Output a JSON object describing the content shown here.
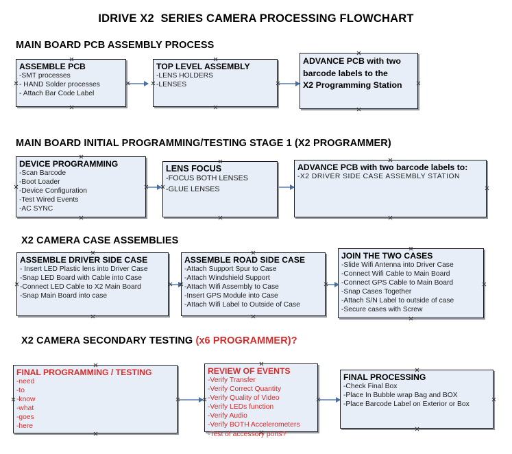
{
  "document": {
    "title": "IDRIVE X2  SERIES CAMERA PROCESSING FLOWCHART"
  },
  "sections": [
    {
      "id": "main-board-pcb-assembly",
      "title": "MAIN BOARD PCB ASSEMBLY PROCESS",
      "accent": ""
    },
    {
      "id": "main-board-initial-programming",
      "title": "MAIN BOARD INITIAL PROGRAMMING/TESTING STAGE 1 (X2 PROGRAMMER)",
      "accent": ""
    },
    {
      "id": "x2-camera-case-assemblies",
      "title": "X2 CAMERA CASE ASSEMBLIES",
      "accent": ""
    },
    {
      "id": "x2-camera-secondary-testing",
      "title": "X2 CAMERA SECONDARY TESTING ",
      "accent": "(x6 PROGRAMMER)?"
    }
  ],
  "boxes": {
    "assemble_pcb": {
      "title": "ASSEMBLE PCB",
      "lines": [
        "-SMT processes",
        "- HAND Solder processes",
        "- Attach Bar Code Label"
      ]
    },
    "top_level_assembly": {
      "title": "TOP LEVEL ASSEMBLY",
      "lines": [
        "-LENS HOLDERS",
        "-LENSES"
      ]
    },
    "advance_pcb_programming_station": {
      "title": "ADVANCE PCB with two",
      "lines": [
        "barcode labels to the",
        " X2 Programming Station"
      ]
    },
    "device_programming": {
      "title": "DEVICE PROGRAMMING",
      "lines": [
        "-Scan Barcode",
        "-Boot Loader",
        "-Device Configuration",
        "-Test Wired Events",
        "-AC SYNC"
      ]
    },
    "lens_focus": {
      "title": "LENS FOCUS",
      "lines": [
        "-FOCUS BOTH LENSES",
        "-GLUE LENSES"
      ]
    },
    "advance_pcb_driver_side": {
      "title": "ADVANCE PCB with two barcode labels to:",
      "lines": [
        "-X2 DRIVER  SIDE  CASE  ASSEMBLY STATION"
      ]
    },
    "assemble_driver_side_case": {
      "title": "ASSEMBLE DRIVER SIDE CASE",
      "lines": [
        "- Insert LED Plastic lens into Driver Case",
        "-Snap LED Board with Cable into Case",
        "-Connect LED Cable to X2 Main Board",
        "-Snap Main Board into case"
      ]
    },
    "assemble_road_side_case": {
      "title": "ASSEMBLE ROAD SIDE CASE",
      "lines": [
        "-Attach Support Spur to Case",
        "-Attach Windshield Support",
        "-Attach Wifi Assembly to Case",
        "-Insert GPS Module into Case",
        "-Attach Wifi Label to Outside of Case"
      ]
    },
    "join_the_two_cases": {
      "title": "JOIN THE TWO CASES",
      "lines": [
        "-Slide Wifi Antenna into Driver Case",
        "-Connect Wifi Cable to Main Board",
        "-Connect GPS Cable to Main Board",
        "-Snap Cases Together",
        "-Attach S/N Label to outside of case",
        "-Secure cases with Screw"
      ]
    },
    "final_programming_testing": {
      "title": "FINAL PROGRAMMING / TESTING",
      "lines": [
        "-need",
        "-to",
        "-know",
        "-what",
        "-goes",
        "-here"
      ]
    },
    "review_of_events": {
      "title": "REVIEW OF EVENTS",
      "lines": [
        "-Verify Transfer",
        "-Verify Correct Quantity",
        "-Verify Quality of Video",
        "-Verify LEDs function",
        "-Verify Audio",
        "-Verify BOTH Accelerometers",
        "-Test of accessory ports?"
      ]
    },
    "final_processing": {
      "title": "FINAL PROCESSING",
      "lines": [
        " -Check Final Box",
        "-Place In Bubble wrap Bag and BOX",
        "-Place Barcode Label on Exterior or Box"
      ]
    }
  },
  "colors": {
    "box_fill": "#e8eef7",
    "box_border": "#1a1a1a",
    "connector": "#7f9bbd",
    "accent_red": "#d42b2b",
    "text": "#000000"
  }
}
